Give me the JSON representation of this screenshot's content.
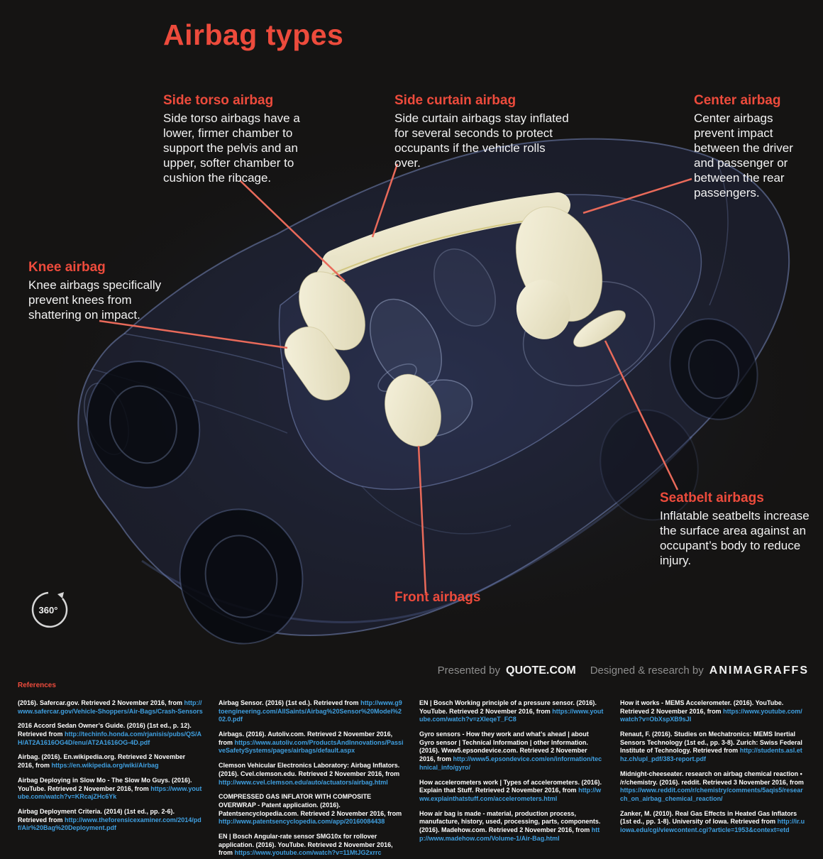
{
  "title": "Airbag types",
  "colors": {
    "background": "#151413",
    "accent_red": "#ed4b3c",
    "leader_line": "#e96a5a",
    "link_blue": "#3f9fe0",
    "airbag_cream": "#e9e4c9",
    "car_body_blue": "#2c3660"
  },
  "badge_360": "360°",
  "callouts": {
    "side_torso": {
      "heading": "Side torso airbag",
      "body": "Side torso airbags have a lower, firmer chamber to support the pelvis and an upper, softer chamber to cushion the ribcage."
    },
    "side_curtain": {
      "heading": "Side curtain airbag",
      "body": "Side curtain airbags stay inflated for several seconds to protect occupants if the vehicle rolls over."
    },
    "center": {
      "heading": "Center airbag",
      "body": "Center airbags prevent impact between the driver and passenger or between the rear passengers."
    },
    "knee": {
      "heading": "Knee airbag",
      "body": "Knee airbags specifically prevent knees from shattering on impact."
    },
    "seatbelt": {
      "heading": "Seatbelt airbags",
      "body": "Inflatable seatbelts increase the surface area against an occupant’s body to reduce injury."
    },
    "front": {
      "heading": "Front airbags"
    }
  },
  "credits": {
    "presented_by_label": "Presented by",
    "presented_by_name": "QUOTE.COM",
    "designed_label": "Designed & research by",
    "designed_name": "ANIMAGRAFFS"
  },
  "references": {
    "heading": "References",
    "columns": [
      [
        {
          "text": "(2016). Safercar.gov. Retrieved 2 November 2016, from",
          "link": "http://www.safercar.gov/Vehicle-Shoppers/Air-Bags/Crash-Sensors"
        },
        {
          "text": "2016 Accord Sedan Owner’s Guide. (2016) (1st ed., p. 12). Retrieved from",
          "link": "http://techinfo.honda.com/rjanisis/pubs/QS/AH/AT2A1616OG4D/enu/AT2A1616OG-4D.pdf"
        },
        {
          "text": "Airbag. (2016). En.wikipedia.org. Retrieved 2 November 2016, from",
          "link": "https://en.wikipedia.org/wiki/Airbag"
        },
        {
          "text": "Airbag Deploying in Slow Mo - The Slow Mo Guys. (2016). YouTube. Retrieved 2 November 2016, from",
          "link": "https://www.youtube.com/watch?v=KRcajZHc6Yk"
        },
        {
          "text": "Airbag Deployment Criteria. (2014) (1st ed., pp. 2-6). Retrieved from",
          "link": "http://www.theforensicexaminer.com/2014/pdf/Air%20Bag%20Deployment.pdf"
        }
      ],
      [
        {
          "text": "Airbag Sensor. (2016) (1st ed.). Retrieved from",
          "link": "http://www.g9toengineering.com/AllSaints/Airbag%20Sensor%20Model%202.0.pdf"
        },
        {
          "text": "Airbags. (2016). Autoliv.com. Retrieved 2 November 2016, from",
          "link": "https://www.autoliv.com/ProductsAndInnovations/PassiveSafetySystems/pages/airbags/default.aspx"
        },
        {
          "text": "Clemson Vehicular Electronics Laboratory: Airbag Inflators. (2016). Cvel.clemson.edu. Retrieved 2 November 2016, from",
          "link": "http://www.cvel.clemson.edu/auto/actuators/airbag.html"
        },
        {
          "text": "COMPRESSED GAS INFLATOR WITH COMPOSITE OVERWRAP - Patent application. (2016). Patentsencyclopedia.com. Retrieved 2 November 2016, from",
          "link": "http://www.patentsencyclopedia.com/app/20160084438"
        },
        {
          "text": "EN | Bosch Angular-rate sensor SMG10x for rollover application. (2016). YouTube. Retrieved 2 November 2016, from",
          "link": "https://www.youtube.com/watch?v=11MtJG2xrrc"
        }
      ],
      [
        {
          "text": "EN | Bosch Working principle of a pressure sensor. (2016). YouTube. Retrieved 2 November 2016, from",
          "link": "https://www.youtube.com/watch?v=zXIeqeT_FC8"
        },
        {
          "text": "Gyro sensors - How they work and what’s ahead | about Gyro sensor | Technical Information | other Information. (2016). Www5.epsondevice.com. Retrieved 2 November 2016, from",
          "link": "http://www5.epsondevice.com/en/information/technical_info/gyro/"
        },
        {
          "text": "How accelerometers work | Types of accelerometers. (2016). Explain that Stuff. Retrieved 2 November 2016, from",
          "link": "http://www.explainthatstuff.com/accelerometers.html"
        },
        {
          "text": "How air bag is made - material, production process, manufacture, history, used, processing, parts, components. (2016). Madehow.com. Retrieved 2 November 2016, from",
          "link": "http://www.madehow.com/Volume-1/Air-Bag.html"
        }
      ],
      [
        {
          "text": "How it works - MEMS Accelerometer. (2016). YouTube. Retrieved 2 November 2016, from",
          "link": "https://www.youtube.com/watch?v=ObXspXB9sJI"
        },
        {
          "text": "Renaut, F. (2016). Studies on Mechatronics: MEMS Inertial Sensors Technology (1st ed., pp. 3-8). Zurich: Swiss Federal Institute of Technology. Retrieved from",
          "link": "http://students.asl.ethz.ch/upl_pdf/383-report.pdf"
        },
        {
          "text": "Midnight-cheeseater. research on airbag chemical reaction • /r/chemistry. (2016). reddit. Retrieved 3 November 2016, from",
          "link": "https://www.reddit.com/r/chemistry/comments/5aqis5/research_on_airbag_chemical_reaction/"
        },
        {
          "text": "Zanker, M. (2010). Real Gas Effects in Heated Gas Inflators (1st ed., pp. 1-8). University of Iowa. Retrieved from",
          "link": "http://ir.uiowa.edu/cgi/viewcontent.cgi?article=1953&context=etd"
        }
      ]
    ]
  }
}
